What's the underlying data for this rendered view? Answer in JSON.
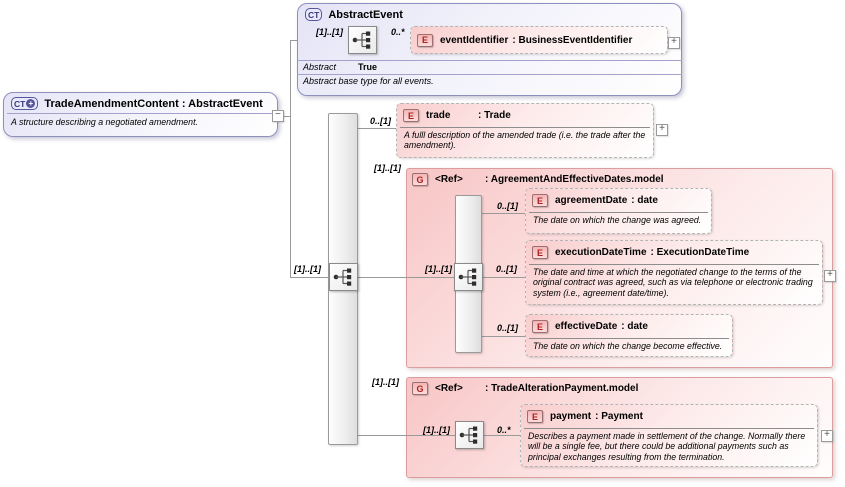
{
  "root": {
    "icon_label": "CT",
    "icon_plus_glyph": "+",
    "title": "TradeAmendmentContent : AbstractEvent",
    "description": "A structure describing a negotiated amendment.",
    "collapse_glyph": "−"
  },
  "abstract_event": {
    "icon_label": "CT",
    "title": "AbstractEvent",
    "seq_cardinality": "[1]..[1]",
    "property_label": "Abstract",
    "property_value": "True",
    "description": "Abstract base type for all events.",
    "event_identifier": {
      "cardinality": "0..*",
      "icon_label": "E",
      "name": "eventIdentifier",
      "type": ": BusinessEventIdentifier",
      "expand_glyph": "+"
    }
  },
  "main_sequence": {
    "cardinality": "[1]..[1]"
  },
  "trade": {
    "cardinality": "0..[1]",
    "icon_label": "E",
    "name": "trade",
    "type": ": Trade",
    "description": "A fulll description of the amended trade (i.e. the trade after the amendment).",
    "expand_glyph": "+"
  },
  "agreement_group": {
    "cardinality": "[1]..[1]",
    "icon_label": "G",
    "name": "<Ref>",
    "type": ": AgreementAndEffectiveDates.model",
    "seq_cardinality": "[1]..[1]",
    "agreement_date": {
      "cardinality": "0..[1]",
      "icon_label": "E",
      "name": "agreementDate",
      "type": ": date",
      "description": "The date on which the change was agreed."
    },
    "execution_date_time": {
      "cardinality": "0..[1]",
      "icon_label": "E",
      "name": "executionDateTime",
      "type": ": ExecutionDateTime",
      "description": "The date and time at which the negotiated change to the terms of the original contract was agreed, such as via telephone or electronic trading system (i.e., agreement date/time).",
      "expand_glyph": "+"
    },
    "effective_date": {
      "cardinality": "0..[1]",
      "icon_label": "E",
      "name": "effectiveDate",
      "type": ": date",
      "description": "The date on which the change become effective."
    }
  },
  "payment_group": {
    "cardinality": "[1]..[1]",
    "icon_label": "G",
    "name": "<Ref>",
    "type": ": TradeAlterationPayment.model",
    "seq_cardinality": "[1]..[1]",
    "payment": {
      "cardinality": "0..*",
      "icon_label": "E",
      "name": "payment",
      "type": ": Payment",
      "description": "Describes a payment made in settlement of the change. Normally there will be a single fee, but there could be additional payments such as principal exchanges resulting from the termination.",
      "expand_glyph": "+"
    }
  },
  "colors": {
    "complex_type_border": "#8f8fbe",
    "element_accent": "#f9cdcd",
    "group_border": "#db9d9d",
    "connector": "#9a9a9a"
  }
}
